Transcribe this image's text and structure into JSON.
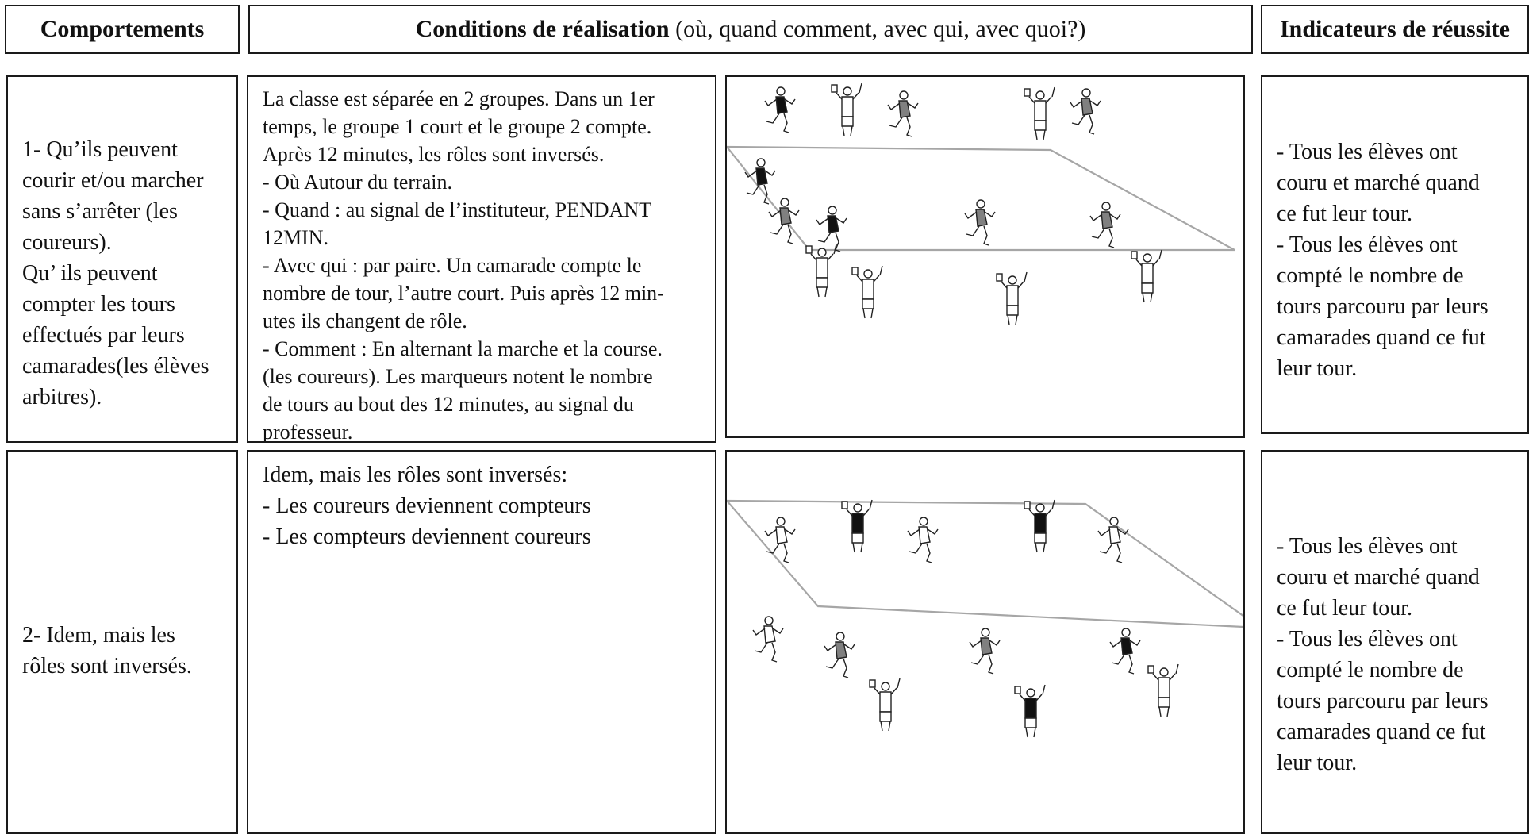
{
  "headers": {
    "behaviors": "Comportements",
    "conditions_bold": "Conditions de réalisation",
    "conditions_rest": " (où, quand comment, avec qui, avec quoi?)",
    "indicators": "Indicateurs de réussite"
  },
  "rows": [
    {
      "behavior": "1- Qu’ils peuvent\ncourir et/ou marcher\nsans s’arrêter (les\ncoureurs).\nQu’ ils peuvent\ncompter les tours\neffectués par leurs\ncamarades(les élèves\narbitres).",
      "conditions": "La classe est  séparée en 2 groupes. Dans un 1er\ntemps, le groupe 1 court et le groupe 2 compte.\nAprès 12 minutes, les rôles sont inversés.\n- Où Autour du terrain.\n- Quand : au signal de l’instituteur, PENDANT\n12MIN.\n- Avec qui : par  paire. Un camarade compte le\nnombre de tour, l’autre court. Puis après 12 min-\nutes ils changent de rôle.\n- Comment : En alternant la marche et la course.\n(les coureurs). Les marqueurs notent le nombre\nde tours au bout des 12 minutes, au signal du\nprofesseur.",
      "indicators": "- Tous les élèves ont\ncouru et marché quand\nce fut leur tour.\n- Tous les élèves ont\ncompté le nombre de\ntours parcouru par leurs\ncamarades quand ce fut\nleur tour."
    },
    {
      "behavior": "2- Idem, mais les\nrôles sont inversés.",
      "conditions": "Idem, mais les rôles sont inversés:\n- Les coureurs deviennent compteurs\n- Les compteurs deviennent coureurs",
      "indicators": "- Tous les élèves ont\ncouru et marché quand\nce fut leur tour.\n- Tous les élèves ont\ncompté le nombre de\ntours parcouru par leurs\ncamarades quand ce fut\nleur tour."
    }
  ],
  "figures": [
    {
      "icon": "field-with-runners-and-counters",
      "runner_shirts": [
        "black",
        "grey",
        "grey",
        "black",
        "black",
        "grey",
        "grey",
        "grey"
      ],
      "counter_shirts": [
        "white",
        "white",
        "white",
        "white",
        "white",
        "white"
      ]
    },
    {
      "icon": "field-with-runners-and-counters",
      "runner_shirts": [
        "white",
        "white",
        "white",
        "white",
        "grey",
        "grey",
        "black"
      ],
      "counter_shirts": [
        "black",
        "black",
        "white",
        "black",
        "white"
      ]
    }
  ],
  "colors": {
    "border": "#1a1a1a",
    "field_line": "#a6a6a6",
    "grey_shirt": "#808080",
    "black_shirt": "#111111"
  }
}
